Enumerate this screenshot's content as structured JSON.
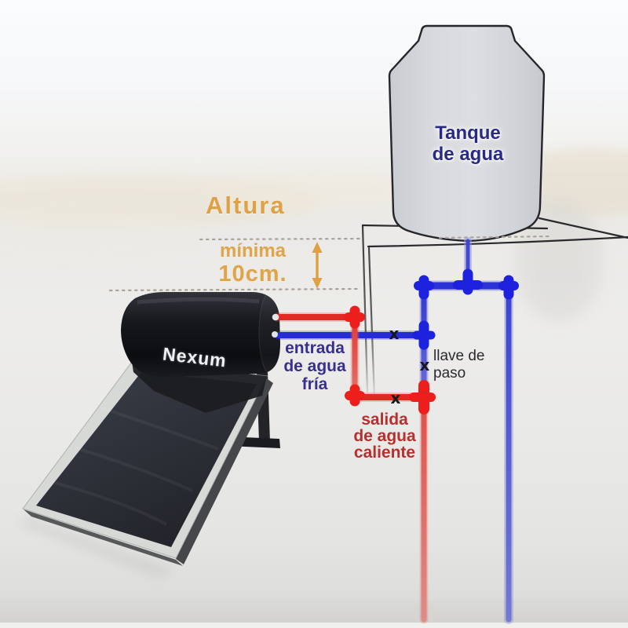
{
  "diagram": {
    "height_note": {
      "title": "Altura",
      "line1": "mínima",
      "line2": "10cm."
    },
    "tank_label": {
      "line1": "Tanque",
      "line2": "de agua"
    },
    "cold_inlet_label": {
      "line1": "entrada",
      "line2": "de agua",
      "line3": "fría"
    },
    "hot_outlet_label": {
      "line1": "salida",
      "line2": "de agua",
      "line3": "caliente"
    },
    "valve_label": {
      "line1": "llave de",
      "line2": "paso"
    },
    "valve_marker": "x",
    "heater_brand": "Nexum",
    "colors": {
      "cold_pipe": "#2b32d6",
      "hot_pipe": "#e02a24",
      "height_accent": "#dfa145",
      "cold_label_text": "#37308f",
      "hot_label_text": "#b5302e",
      "tank_label_text": "#2a2a85",
      "valve_text": "#2b2b30"
    }
  }
}
